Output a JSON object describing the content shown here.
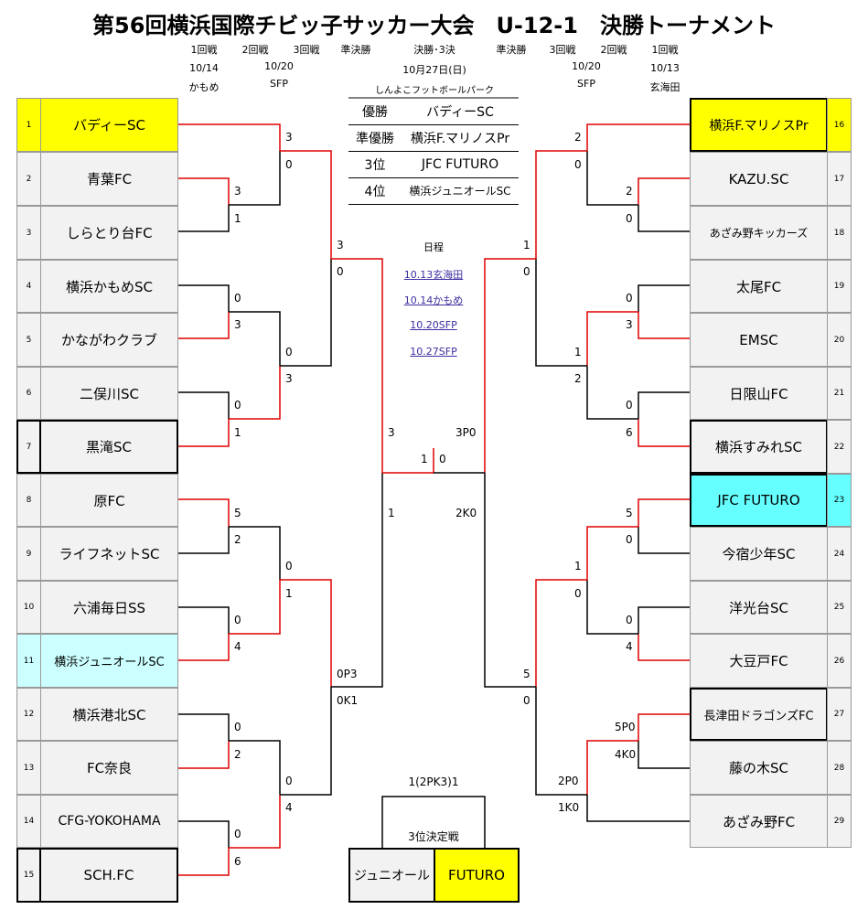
{
  "title": "第56回横浜国際チビッ子サッカー大会　U-12-1　決勝トーナメント",
  "headers_left": [
    {
      "round": "1回戦",
      "date": "10/14",
      "venue": "かもめ"
    },
    {
      "round": "2回戦",
      "date": "10/20",
      "venue": "SFP"
    },
    {
      "round": "3回戦",
      "date": "",
      "venue": ""
    }
  ],
  "headers_center": {
    "semi_left": "準決勝",
    "final": "決勝･3決",
    "final_date": "10月27日(日)",
    "final_venue": "しんよこフットボールパーク",
    "semi_right": "準決勝"
  },
  "headers_right": [
    {
      "round": "3回戦",
      "date": "",
      "venue": ""
    },
    {
      "round": "2回戦",
      "date": "10/20",
      "venue": "SFP"
    },
    {
      "round": "1回戦",
      "date": "10/13",
      "venue": "玄海田"
    }
  ],
  "results": [
    {
      "label": "優勝",
      "value": "バディーSC"
    },
    {
      "label": "準優勝",
      "value": "横浜F.マリノスPr"
    },
    {
      "label": "3位",
      "value": "JFC FUTURO"
    },
    {
      "label": "4位",
      "value": "横浜ジュニオールSC"
    }
  ],
  "schedule": {
    "title": "日程",
    "links": [
      "10.13玄海田",
      "10.14かもめ",
      "10.20SFP",
      "10.27SFP"
    ]
  },
  "left_teams": [
    {
      "num": "1",
      "name": "バディーSC"
    },
    {
      "num": "2",
      "name": "青葉FC"
    },
    {
      "num": "3",
      "name": "しらとり台FC"
    },
    {
      "num": "4",
      "name": "横浜かもめSC"
    },
    {
      "num": "5",
      "name": "かながわクラブ"
    },
    {
      "num": "6",
      "name": "二俣川SC"
    },
    {
      "num": "7",
      "name": "黒滝SC"
    },
    {
      "num": "8",
      "name": "原FC"
    },
    {
      "num": "9",
      "name": "ライフネットSC"
    },
    {
      "num": "10",
      "name": "六浦毎日SS"
    },
    {
      "num": "11",
      "name": "横浜ジュニオールSC"
    },
    {
      "num": "12",
      "name": "横浜港北SC"
    },
    {
      "num": "13",
      "name": "FC奈良"
    },
    {
      "num": "14",
      "name": "CFG-YOKOHAMA"
    },
    {
      "num": "15",
      "name": "SCH.FC"
    }
  ],
  "right_teams": [
    {
      "num": "16",
      "name": "横浜F.マリノスPr"
    },
    {
      "num": "17",
      "name": "KAZU.SC"
    },
    {
      "num": "18",
      "name": "あざみ野キッカーズ"
    },
    {
      "num": "19",
      "name": "太尾FC"
    },
    {
      "num": "20",
      "name": "EMSC"
    },
    {
      "num": "21",
      "name": "日限山FC"
    },
    {
      "num": "22",
      "name": "横浜すみれSC"
    },
    {
      "num": "23",
      "name": "JFC FUTURO"
    },
    {
      "num": "24",
      "name": "今宿少年SC"
    },
    {
      "num": "25",
      "name": "洋光台SC"
    },
    {
      "num": "26",
      "name": "大豆戸FC"
    },
    {
      "num": "27",
      "name": "長津田ドラゴンズFC"
    },
    {
      "num": "28",
      "name": "藤の木SC"
    },
    {
      "num": "29",
      "name": "あざみ野FC"
    }
  ],
  "scores": {
    "l1": "3",
    "l2": "0",
    "l3": "3",
    "l4": "1",
    "l5": "0",
    "l6": "3",
    "l7": "0",
    "l8": "1",
    "l9": "3",
    "l10": "0",
    "l11": "0",
    "l12": "3",
    "l13": "5",
    "l14": "2",
    "l15": "0",
    "l16": "1",
    "l17": "0",
    "l18": "4",
    "l19": "0P3",
    "l20": "0K1",
    "l21": "0",
    "l22": "2",
    "l23": "0",
    "l24": "4",
    "l25": "0",
    "l26": "6",
    "c1": "3",
    "c2": "3P0",
    "c3": "1",
    "c4": "0",
    "c5": "1",
    "c6": "2K0",
    "r1": "2",
    "r2": "0",
    "r3": "2",
    "r4": "0",
    "r5": "1",
    "r6": "0",
    "r7": "0",
    "r8": "3",
    "r9": "1",
    "r10": "2",
    "r11": "0",
    "r12": "6",
    "r13": "5",
    "r14": "0",
    "r15": "1",
    "r16": "0",
    "r17": "0",
    "r18": "4",
    "r19": "5",
    "r20": "0",
    "r21": "5P0",
    "r22": "4K0",
    "r23": "2P0",
    "r24": "1K0"
  },
  "third_place": {
    "score": "1(2PK3)1",
    "label": "3位決定戦",
    "team_left": "ジュニオール",
    "team_right": "FUTURO"
  },
  "colors": {
    "winner_line": "#e00000",
    "yellow": "#ffff00",
    "cyan": "#66ffff",
    "lightcyan": "#ccffff",
    "box": "#f2f2f2"
  }
}
